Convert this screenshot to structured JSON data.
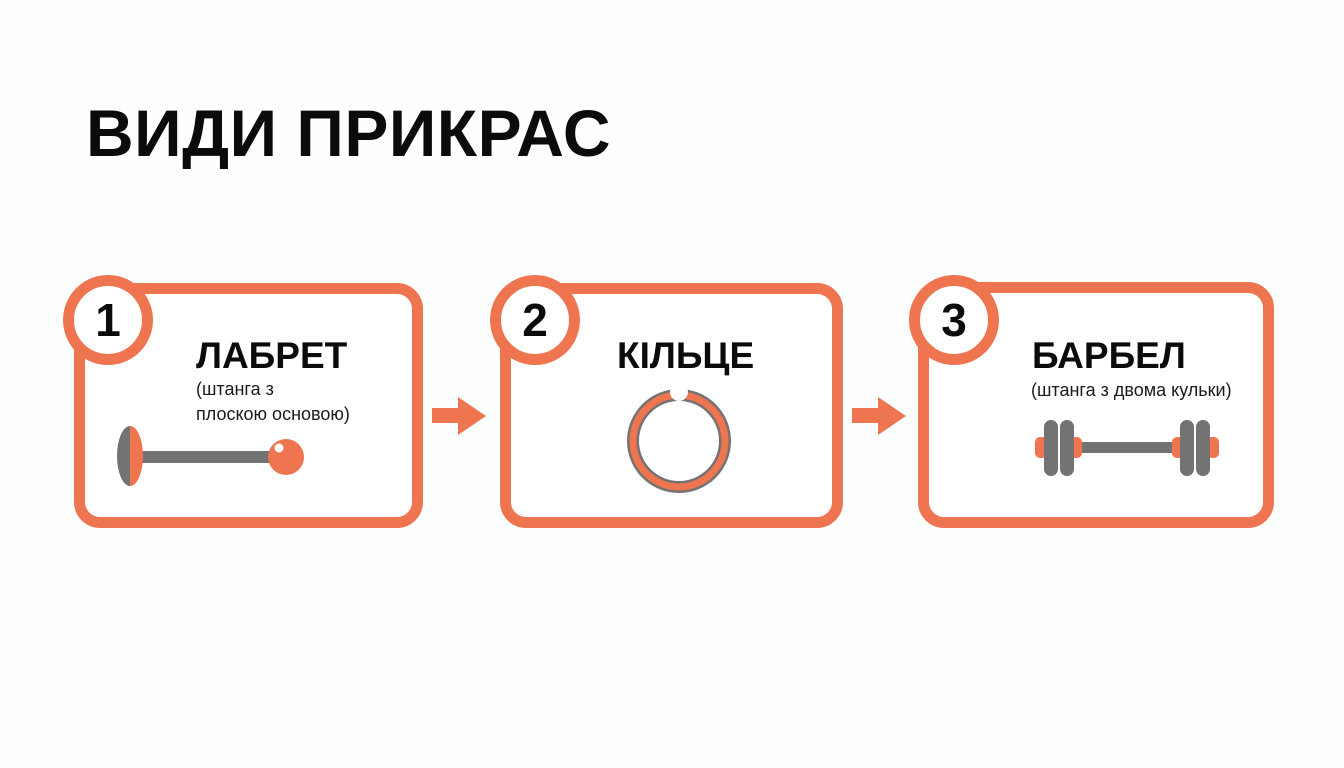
{
  "title": "ВИДИ ПРИКРАС",
  "colors": {
    "accent": "#ef7450",
    "metal": "#737373",
    "text": "#0b0b0b",
    "background": "#fdfefe"
  },
  "steps": [
    {
      "number": "1",
      "title": "ЛАБРЕТ",
      "subtitle_line1": "(штанга з",
      "subtitle_line2": "плоскою основою)",
      "icon": "labret-icon"
    },
    {
      "number": "2",
      "title": "КІЛЬЦЕ",
      "icon": "ring-icon"
    },
    {
      "number": "3",
      "title": "БАРБЕЛ",
      "subtitle_line1": "(штанга з двома кульки)",
      "icon": "barbell-icon"
    }
  ],
  "connectors": [
    {
      "from": "1",
      "to": "2",
      "icon": "arrow-right-icon"
    },
    {
      "from": "2",
      "to": "3",
      "icon": "arrow-right-icon"
    }
  ]
}
